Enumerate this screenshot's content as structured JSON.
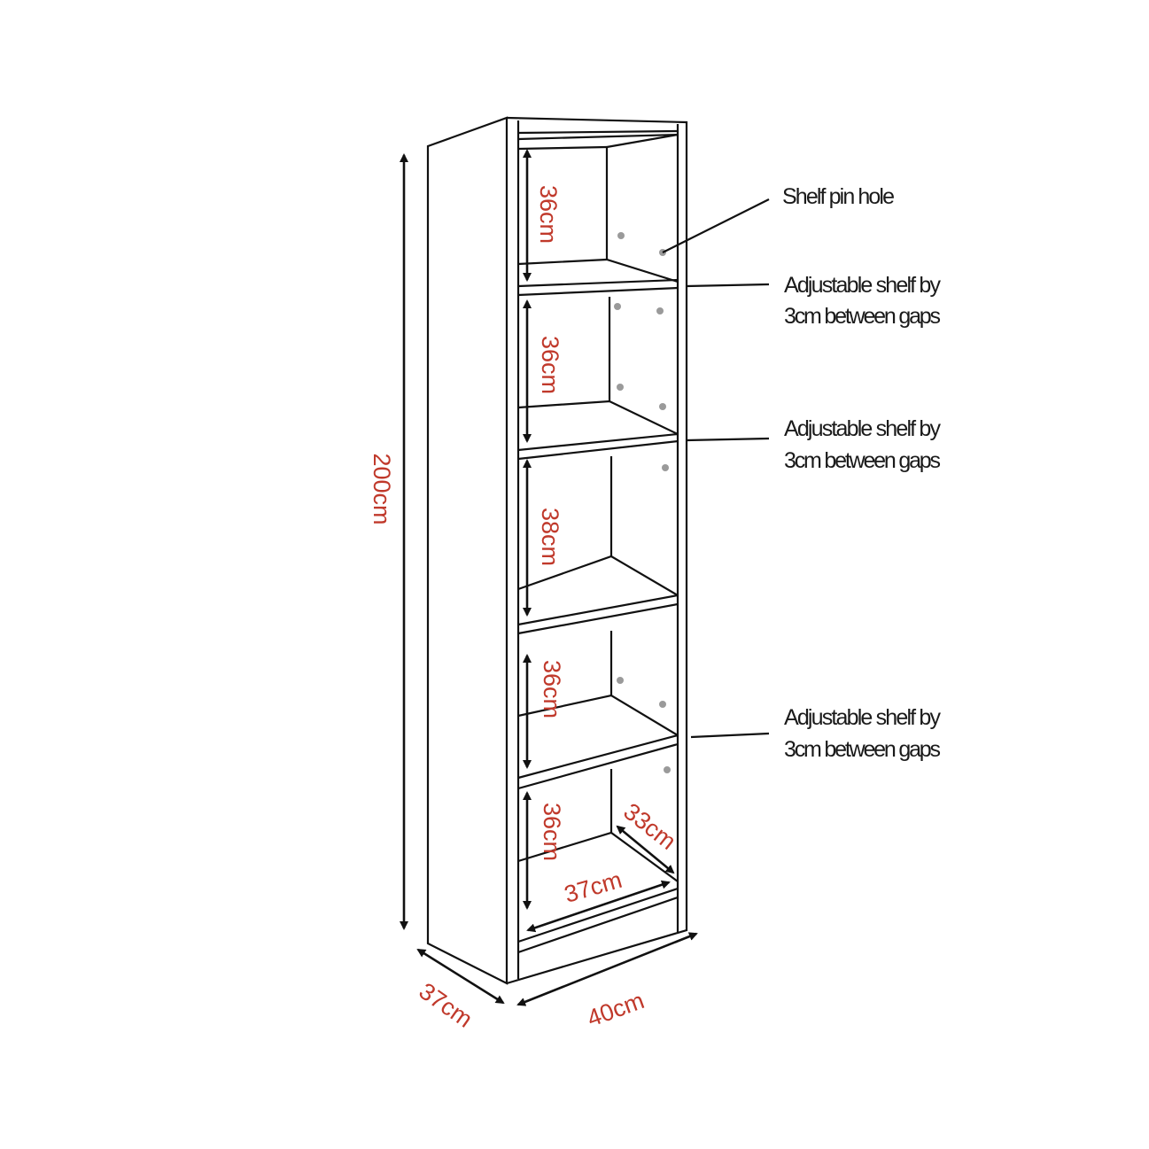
{
  "dimensions": {
    "height": "200cm",
    "depth": "37cm",
    "width": "40cm",
    "compartments": [
      "36cm",
      "36cm",
      "38cm",
      "36cm",
      "36cm"
    ],
    "inner_depth": "33cm",
    "inner_width": "37cm"
  },
  "callouts": {
    "pin_hole": "Shelf pin hole",
    "shelves": [
      {
        "line1": "Adjustable shelf by",
        "line2": "3cm between gaps"
      },
      {
        "line1": "Adjustable shelf by",
        "line2": "3cm between gaps"
      },
      {
        "line1": "Adjustable shelf by",
        "line2": "3cm between gaps"
      }
    ]
  },
  "colors": {
    "dimension_text": "#c0392b",
    "pin_hole": "#9a9a9a"
  }
}
